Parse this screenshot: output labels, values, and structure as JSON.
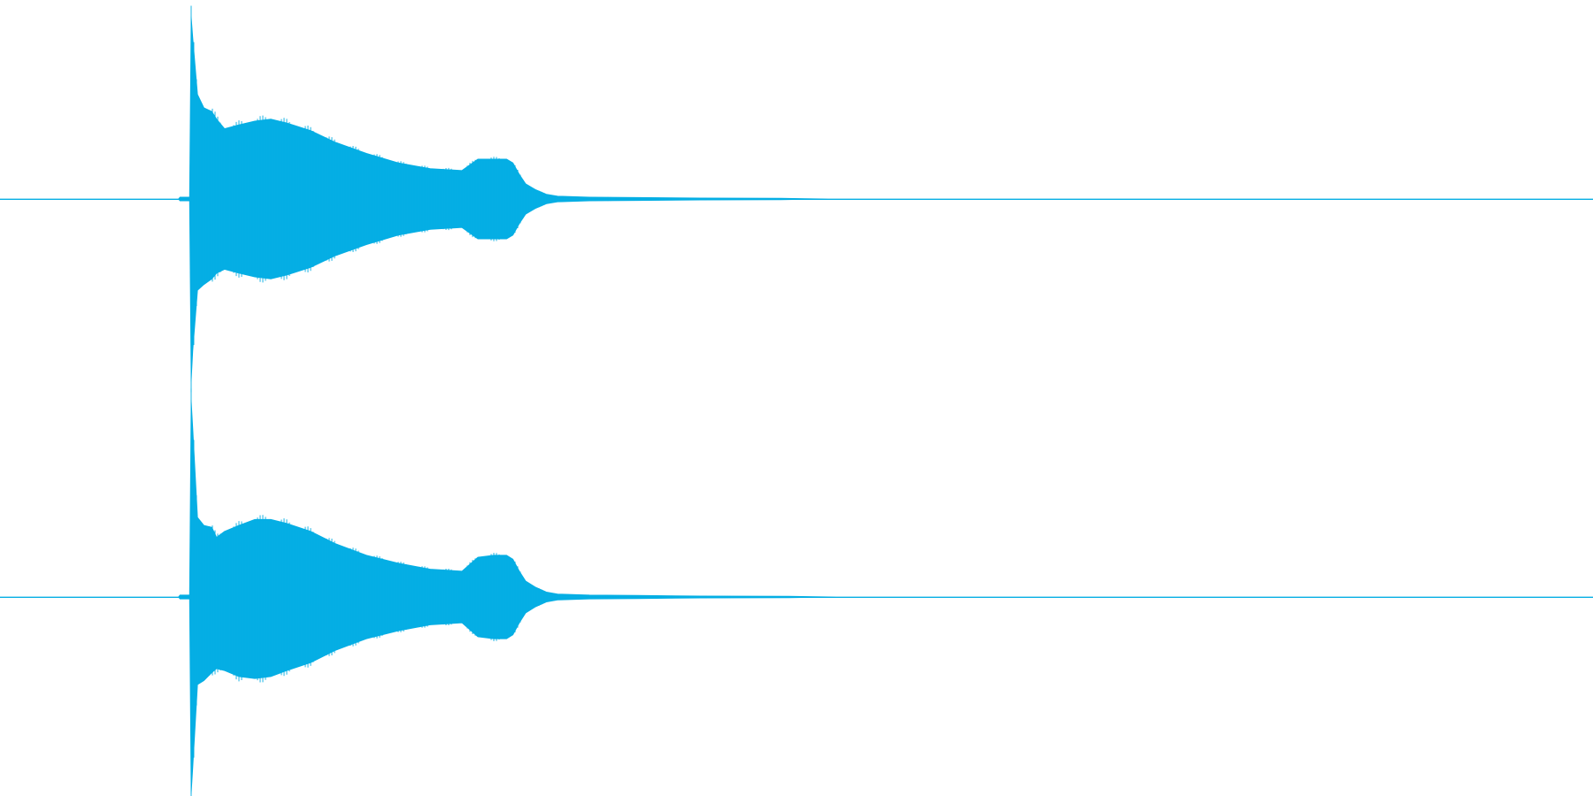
{
  "colors": {
    "waveform": "#05AEE4",
    "background": "#FFFFFF"
  },
  "chart_data": {
    "type": "area",
    "title": "",
    "xlabel": "",
    "ylabel": "",
    "grid": false,
    "legend": "none",
    "xlim": [
      0,
      1
    ],
    "ylim": [
      -1,
      1
    ],
    "series": [
      {
        "x": [
          0.0,
          0.112,
          0.113,
          0.119,
          0.12,
          0.121,
          0.124,
          0.128,
          0.133,
          0.136,
          0.141,
          0.15,
          0.16,
          0.17,
          0.18,
          0.195,
          0.21,
          0.23,
          0.25,
          0.27,
          0.29,
          0.3,
          0.31,
          0.318,
          0.322,
          0.326,
          0.33,
          0.336,
          0.343,
          0.35,
          0.37,
          0.4,
          0.44,
          0.49,
          0.52,
          1.0
        ],
        "upper": [
          0.0,
          0.0,
          0.01,
          0.01,
          0.96,
          0.85,
          0.55,
          0.48,
          0.46,
          0.42,
          0.37,
          0.39,
          0.41,
          0.42,
          0.4,
          0.36,
          0.3,
          0.24,
          0.19,
          0.16,
          0.15,
          0.21,
          0.21,
          0.21,
          0.19,
          0.13,
          0.08,
          0.05,
          0.025,
          0.015,
          0.01,
          0.008,
          0.005,
          0.004,
          0.0,
          0.0
        ],
        "lower": [
          0.0,
          0.0,
          -0.01,
          -0.01,
          -0.96,
          -0.8,
          -0.48,
          -0.45,
          -0.42,
          -0.39,
          -0.37,
          -0.39,
          -0.41,
          -0.42,
          -0.4,
          -0.36,
          -0.3,
          -0.24,
          -0.19,
          -0.16,
          -0.15,
          -0.21,
          -0.21,
          -0.21,
          -0.19,
          -0.13,
          -0.08,
          -0.05,
          -0.025,
          -0.015,
          -0.01,
          -0.008,
          -0.005,
          -0.004,
          0.0,
          0.0
        ]
      },
      {
        "x": [
          0.0,
          0.112,
          0.113,
          0.119,
          0.12,
          0.121,
          0.124,
          0.128,
          0.133,
          0.136,
          0.141,
          0.15,
          0.16,
          0.17,
          0.18,
          0.195,
          0.21,
          0.23,
          0.25,
          0.27,
          0.29,
          0.3,
          0.31,
          0.318,
          0.322,
          0.326,
          0.33,
          0.336,
          0.343,
          0.35,
          0.37,
          0.4,
          0.44,
          0.495,
          0.525,
          1.0
        ],
        "upper": [
          0.0,
          0.0,
          0.01,
          0.01,
          0.99,
          0.85,
          0.4,
          0.36,
          0.35,
          0.3,
          0.33,
          0.36,
          0.39,
          0.39,
          0.37,
          0.33,
          0.27,
          0.21,
          0.17,
          0.14,
          0.13,
          0.2,
          0.21,
          0.21,
          0.19,
          0.13,
          0.08,
          0.05,
          0.025,
          0.015,
          0.01,
          0.008,
          0.005,
          0.004,
          0.0,
          0.0
        ],
        "lower": [
          0.0,
          0.0,
          -0.01,
          -0.01,
          -0.99,
          -0.86,
          -0.44,
          -0.42,
          -0.38,
          -0.36,
          -0.37,
          -0.4,
          -0.41,
          -0.4,
          -0.37,
          -0.33,
          -0.27,
          -0.21,
          -0.17,
          -0.14,
          -0.13,
          -0.2,
          -0.21,
          -0.21,
          -0.19,
          -0.13,
          -0.08,
          -0.05,
          -0.025,
          -0.015,
          -0.01,
          -0.008,
          -0.005,
          -0.004,
          0.0,
          0.0
        ]
      }
    ]
  }
}
